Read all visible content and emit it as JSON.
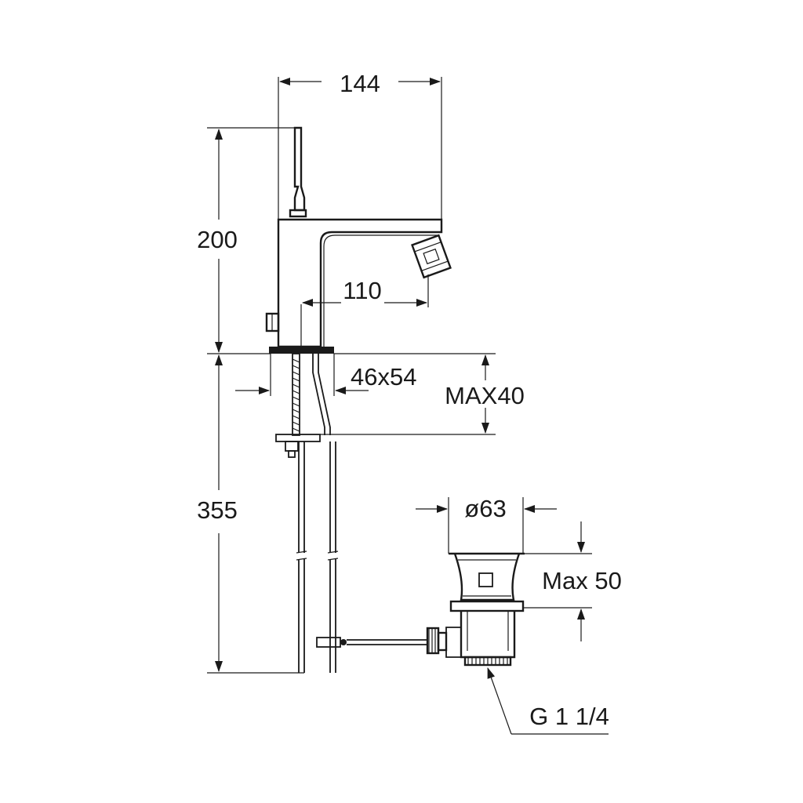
{
  "labels": {
    "reach": "144",
    "height": "200",
    "spout_offset": "110",
    "base": "46x54",
    "deck_thickness": "MAX40",
    "tail_length": "355",
    "waste_diameter": "ø63",
    "waste_max": "Max 50",
    "thread": "G 1 1/4"
  }
}
